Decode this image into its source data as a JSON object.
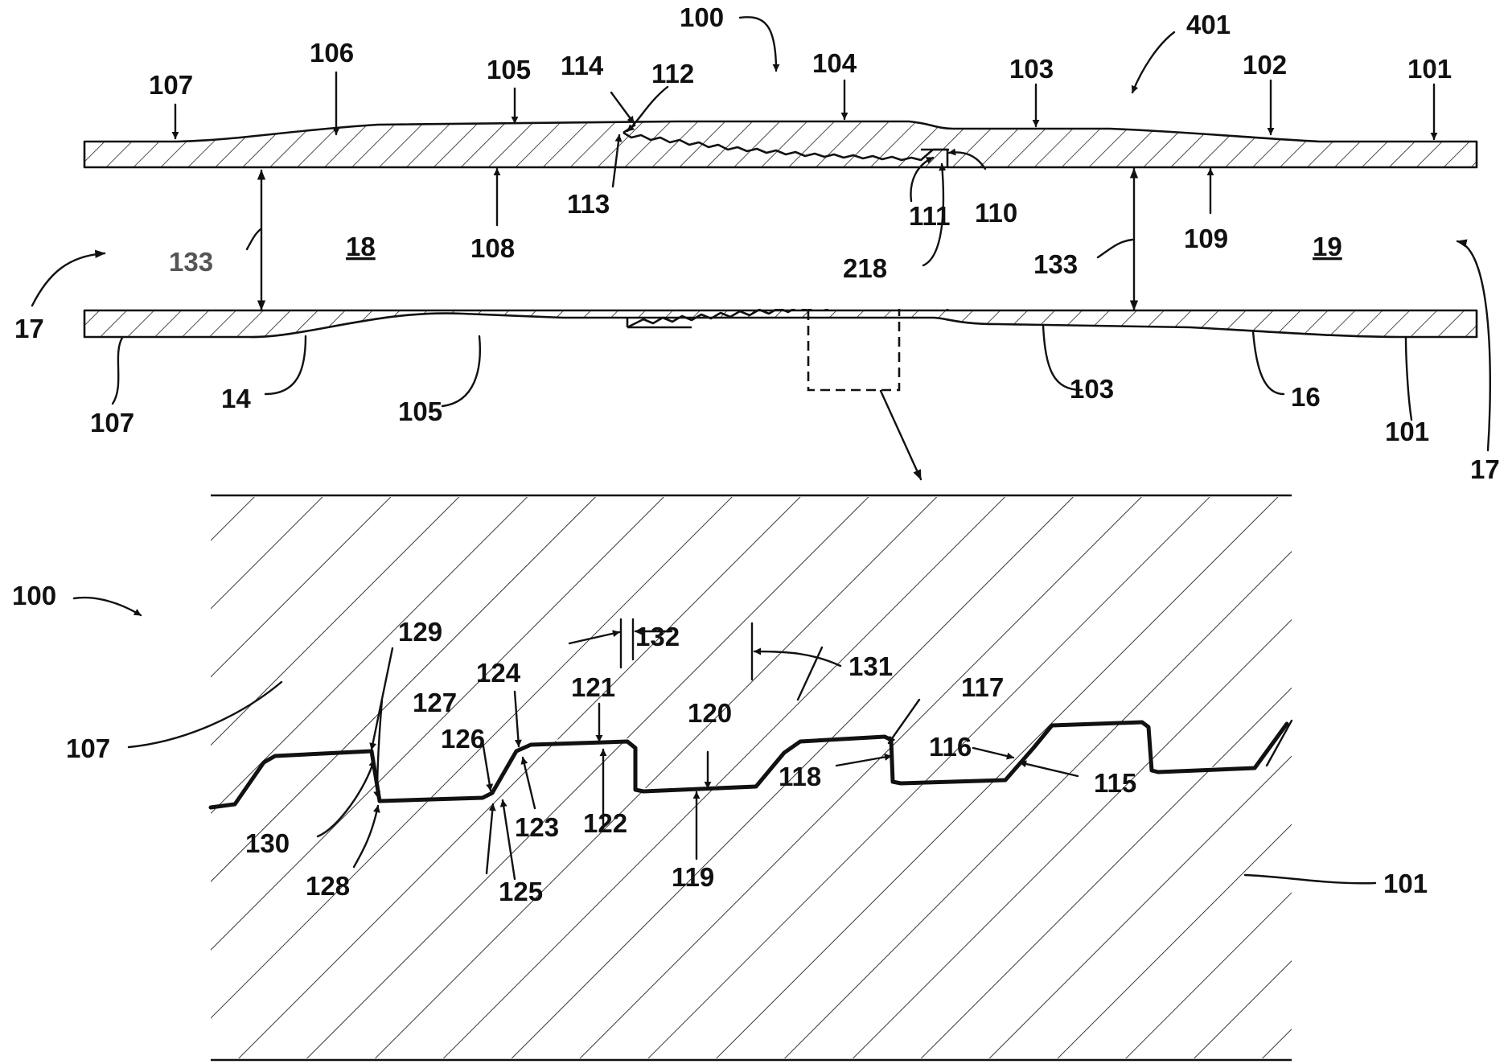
{
  "labels": {
    "l100a": "100",
    "l401": "401",
    "l107a": "107",
    "l106": "106",
    "l105a": "105",
    "l114": "114",
    "l112": "112",
    "l104": "104",
    "l103a": "103",
    "l102": "102",
    "l101a": "101",
    "l113": "113",
    "l108": "108",
    "l111": "111",
    "l110": "110",
    "l218": "218",
    "l109": "109",
    "l17a": "17",
    "l133a": "133",
    "l18": "18",
    "l133b": "133",
    "l19": "19",
    "l17b": "17",
    "l107b": "107",
    "l14": "14",
    "l105b": "105",
    "l103b": "103",
    "l16": "16",
    "l101b": "101",
    "l100b": "100",
    "l129": "129",
    "l132": "132",
    "l131": "131",
    "l124": "124",
    "l127": "127",
    "l121": "121",
    "l120": "120",
    "l117": "117",
    "l107c": "107",
    "l126": "126",
    "l116": "116",
    "l118": "118",
    "l115": "115",
    "l130": "130",
    "l123": "123",
    "l122": "122",
    "l128": "128",
    "l125": "125",
    "l119": "119",
    "l101c": "101"
  }
}
